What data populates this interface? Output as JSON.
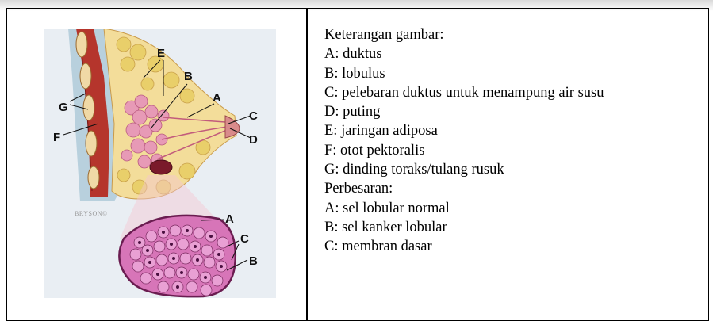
{
  "figure": {
    "labels": {
      "A": "A",
      "B": "B",
      "C": "C",
      "D": "D",
      "E": "E",
      "F": "F",
      "G": "G",
      "zA": "A",
      "zB": "B",
      "zC": "C"
    },
    "credit": "BRYSON©"
  },
  "legend": {
    "title": "Keterangan gambar:",
    "items": [
      "A: duktus",
      "B: lobulus",
      "C: pelebaran duktus untuk menampung air susu",
      "D: puting",
      "E: jaringan adiposa",
      "F: otot pektoralis",
      "G: dinding toraks/tulang rusuk"
    ],
    "zoom_title": "Perbesaran:",
    "zoom_items": [
      "A: sel lobular normal",
      "B: sel kanker lobular",
      "C: membran dasar"
    ]
  }
}
